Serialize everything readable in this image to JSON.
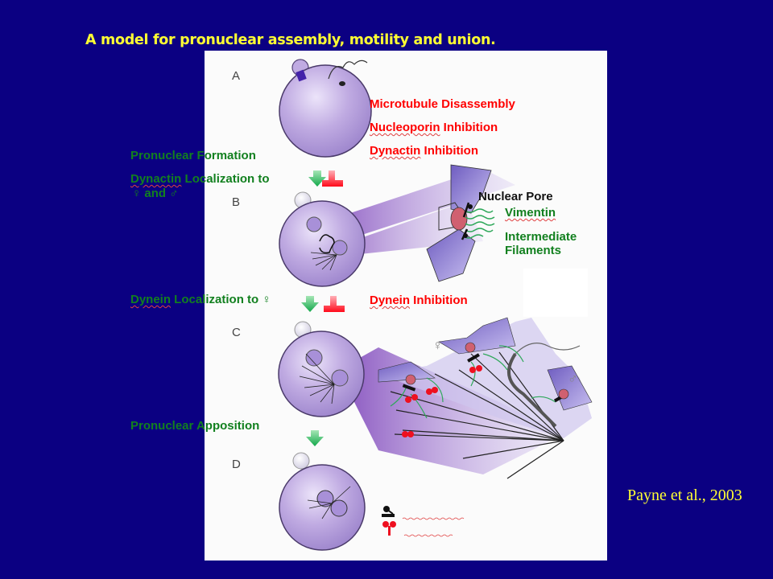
{
  "slide": {
    "title": "A model for pronuclear assembly, motility and union.",
    "citation": "Payne et al., 2003"
  },
  "diagram": {
    "panels": [
      "A",
      "B",
      "C",
      "D"
    ],
    "left_labels": {
      "pronuclear_formation": "Pronuclear Formation",
      "dynactin_prefix": "Dynactin",
      "dynactin_rest": " Localization to",
      "female_male": "♀ and ♂",
      "dynein_prefix": "Dynein",
      "dynein_rest": " Localization to ♀",
      "apposition": "Pronuclear Apposition"
    },
    "inhibition_labels": {
      "microtubule": "Microtubule Disassembly",
      "nucleoporin_prefix": "Nucleoporin",
      "nucleoporin_rest": " Inhibition",
      "dynactin_prefix": "Dynactin",
      "dynactin_rest": " Inhibition",
      "dynein_prefix": "Dynein",
      "dynein_rest": " Inhibition"
    },
    "inset_labels": {
      "nuclear_pore": "Nuclear Pore",
      "vimentin": "Vimentin",
      "intermediate": "Intermediate",
      "filaments": "Filaments"
    },
    "symbols": {
      "female": "♀",
      "male": "♂"
    },
    "legend": [
      {
        "icon": "dynactin-symbol-icon",
        "label": ""
      },
      {
        "icon": "dynein-symbol-icon",
        "label": ""
      }
    ],
    "colors": {
      "background": "#0b0082",
      "title": "#ffff33",
      "promote_arrow": "#1fb24a",
      "inhibit_bar": "#ff1020",
      "cell": "#b8a2dc",
      "envelope": "#8c7ccc"
    }
  }
}
